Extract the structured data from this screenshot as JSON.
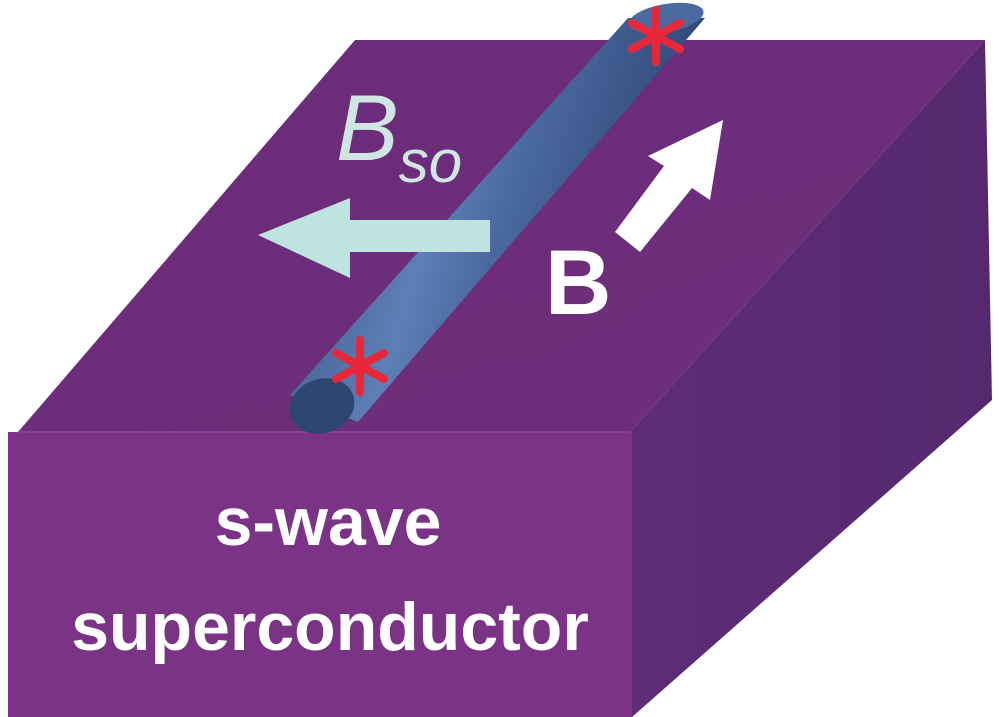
{
  "labels": {
    "spin_orbit_field": "B",
    "spin_orbit_subscript": "so",
    "magnetic_field": "B",
    "substrate_line1": "s-wave",
    "substrate_line2": "superconductor"
  },
  "colors": {
    "substrate_top": "#6b2d79",
    "substrate_front": "#7a3385",
    "substrate_side": "#5a2a74",
    "nanowire": "#3a5a8e",
    "nanowire_highlight": "#6d8cc0",
    "nanowire_end": "#2e4672",
    "majorana_marker": "#e8283a",
    "bso_arrow": "#bfe3df",
    "b_arrow": "#ffffff"
  },
  "icons": {
    "majorana_marker": "red-asterisk-icon",
    "bso_arrow": "arrow-left-icon",
    "b_arrow": "arrow-up-right-icon"
  }
}
